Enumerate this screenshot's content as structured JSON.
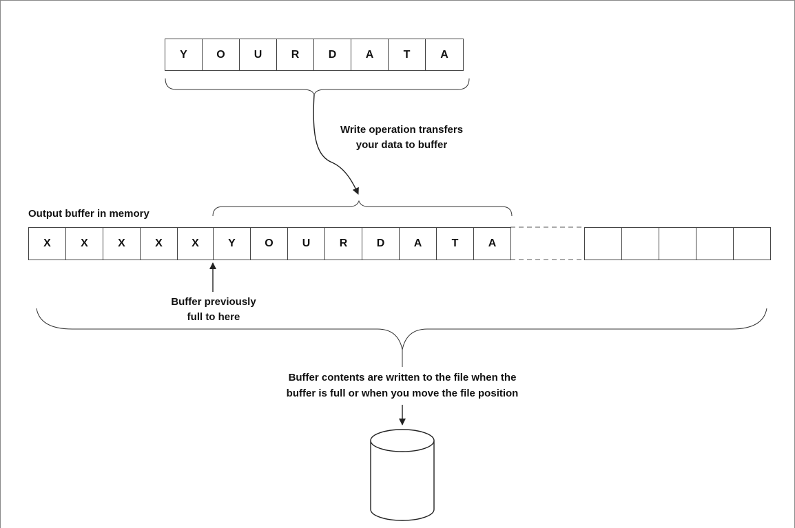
{
  "source_data": {
    "letters": [
      "Y",
      "O",
      "U",
      "R",
      "D",
      "A",
      "T",
      "A"
    ]
  },
  "write_caption": {
    "line1": "Write operation transfers",
    "line2": "your data to buffer"
  },
  "buffer": {
    "title": "Output buffer in memory",
    "cells": [
      "X",
      "X",
      "X",
      "X",
      "X",
      "Y",
      "O",
      "U",
      "R",
      "D",
      "A",
      "T",
      "A"
    ],
    "empty_cells": [
      "",
      "",
      "",
      "",
      ""
    ]
  },
  "previous_fill_caption": {
    "line1": "Buffer previously",
    "line2": "full to here"
  },
  "flush_caption": {
    "line1": "Buffer contents are written to the file when the",
    "line2": "buffer is full or when you move the file position"
  },
  "colors": {
    "stroke": "#444444",
    "text": "#111111",
    "background": "#ffffff"
  }
}
